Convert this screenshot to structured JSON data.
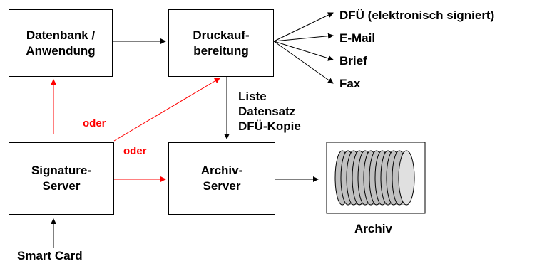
{
  "colors": {
    "line": "#000000",
    "accent_line": "#ff0000",
    "alt_label": "#ff0000",
    "archive_fill": "#c0c0c0"
  },
  "boxes": {
    "datenbank": "Datenbank /\nAnwendung",
    "druckaufbereitung": "Druckauf-\nbereitung",
    "signature_server": "Signature-\nServer",
    "archiv_server": "Archiv-\nServer"
  },
  "outputs": [
    "DFÜ (elektronisch signiert)",
    "E-Mail",
    "Brief",
    "Fax"
  ],
  "flow_label": "Liste\nDatensatz\nDFÜ-Kopie",
  "alt_labels": [
    "oder",
    "oder"
  ],
  "archive_label": "Archiv",
  "smart_card_label": "Smart Card",
  "archive_icon": "disk-stack-icon"
}
